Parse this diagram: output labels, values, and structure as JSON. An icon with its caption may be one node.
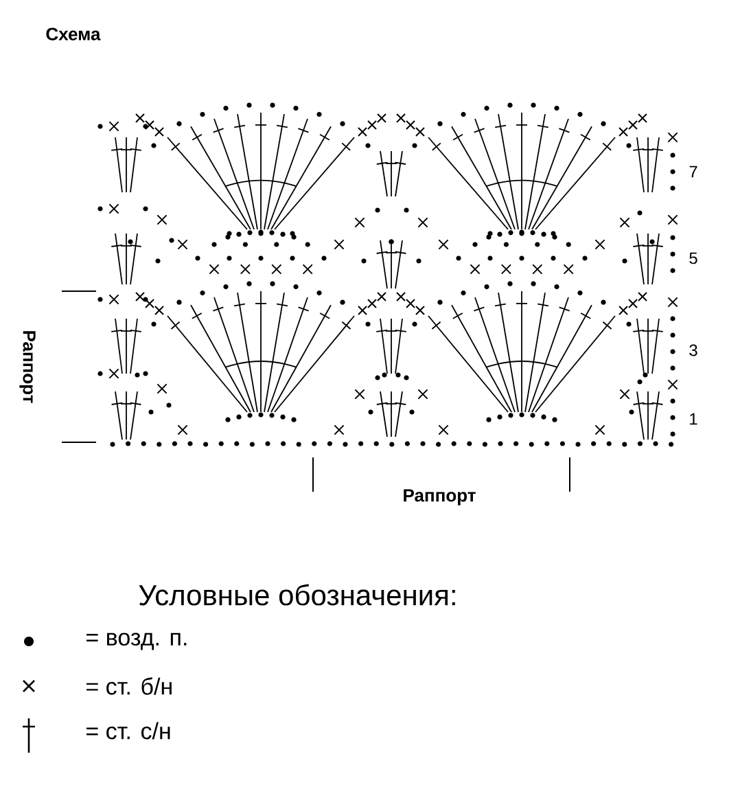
{
  "diagram": {
    "title": "Схема",
    "labels": [
      "7",
      "5",
      "3",
      "Раппорт",
      "1",
      "Раппорт",
      "Условные обозначения:"
    ],
    "legend": [
      {
        "text": "= возд. п."
      },
      {
        "text": "= ст. б/н"
      },
      {
        "text": "= ст. с/н"
      }
    ]
  }
}
